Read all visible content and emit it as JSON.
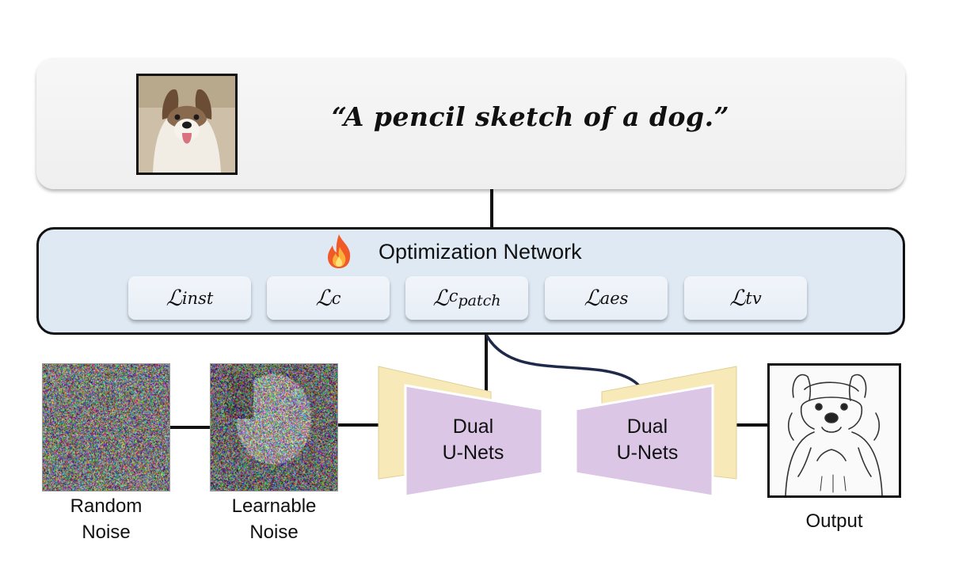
{
  "prompt": {
    "text": "“A pencil sketch of a dog.”"
  },
  "optimization": {
    "title": "Optimization Network",
    "icon": "fire-icon",
    "losses": [
      {
        "symbol": "ℒ",
        "sub": "inst"
      },
      {
        "symbol": "ℒ",
        "sub": "c"
      },
      {
        "symbol": "ℒ",
        "sub": "c",
        "subsub": "patch"
      },
      {
        "symbol": "ℒ",
        "sub": "aes"
      },
      {
        "symbol": "ℒ",
        "sub": "tv"
      }
    ]
  },
  "inputs": {
    "random_noise": {
      "line1": "Random",
      "line2": "Noise"
    },
    "learnable_noise": {
      "line1": "Learnable",
      "line2": "Noise"
    }
  },
  "unets": [
    {
      "line1": "Dual",
      "line2": "U-Nets"
    },
    {
      "line1": "Dual",
      "line2": "U-Nets"
    }
  ],
  "output": {
    "label": "Output"
  },
  "colors": {
    "panel": "#efefef",
    "network": "#dfe9f4",
    "unet_front": "#dbc6e6",
    "unet_back": "#f8eab8",
    "curve": "#1f2a4a"
  }
}
